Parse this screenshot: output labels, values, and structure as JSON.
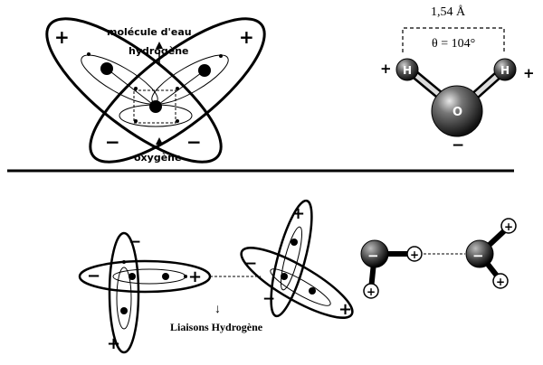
{
  "top_left": {
    "label_molecule": "molécule d'eau",
    "label_hydrogen": "hydrogène",
    "label_oxygen": "oxygène",
    "plus": "+",
    "minus": "−"
  },
  "top_right": {
    "distance": "1,54 Å",
    "angle": "θ = 104°",
    "atom_h": "H",
    "atom_o": "O",
    "plus": "+",
    "minus": "−"
  },
  "bottom": {
    "hbond_label": "Liaisons Hydrogène",
    "arrow": "↓",
    "plus": "+",
    "minus": "−"
  },
  "colors": {
    "ink": "#000000",
    "background": "#ffffff"
  }
}
